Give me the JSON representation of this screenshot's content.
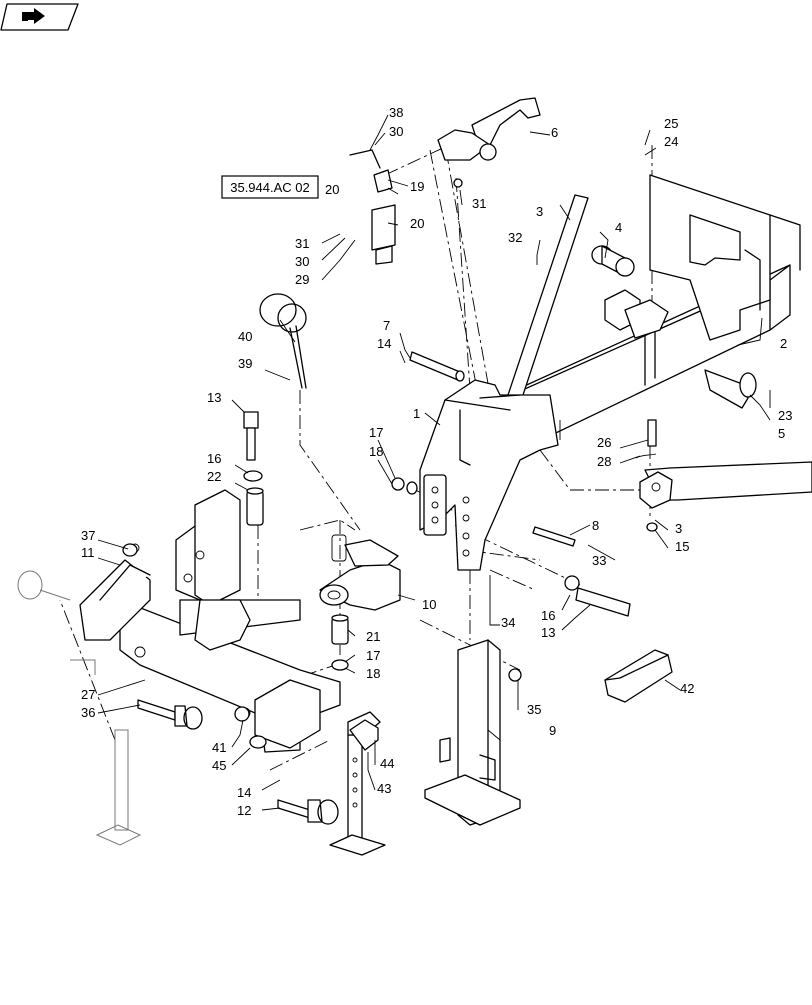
{
  "reference_box": "35.944.AC 02",
  "nav_icon": "book-arrow-icon",
  "labels": [
    "1",
    "2",
    "3",
    "3",
    "4",
    "5",
    "6",
    "7",
    "8",
    "9",
    "10",
    "11",
    "12",
    "13",
    "13",
    "14",
    "14",
    "15",
    "16",
    "16",
    "17",
    "17",
    "18",
    "18",
    "19",
    "20",
    "20",
    "21",
    "22",
    "23",
    "24",
    "25",
    "26",
    "27",
    "28",
    "29",
    "30",
    "30",
    "31",
    "31",
    "32",
    "33",
    "34",
    "35",
    "36",
    "37",
    "38",
    "39",
    "40",
    "41",
    "42",
    "43",
    "44",
    "45"
  ]
}
